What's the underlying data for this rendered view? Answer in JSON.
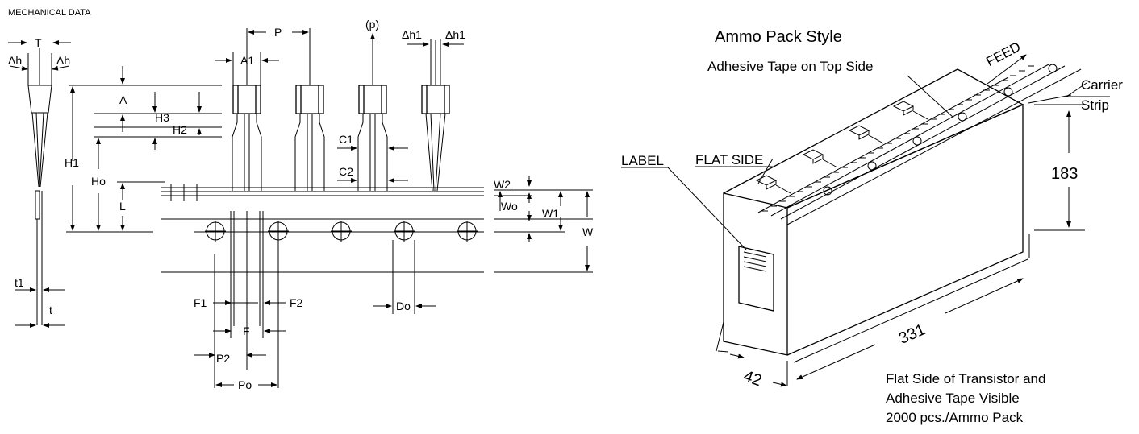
{
  "header": {
    "title": "MECHANICAL DATA"
  },
  "left_labels": {
    "T": "T",
    "dh_left": "Δh",
    "dh_right": "Δh",
    "P": "P",
    "p": "(p)",
    "A1": "A1",
    "dh1_a": "Δh1",
    "dh1_b": "Δh1",
    "A": "A",
    "H3": "H3",
    "H2": "H2",
    "H1": "H1",
    "Ho": "Ho",
    "L": "L",
    "C1": "C1",
    "C2": "C2",
    "W2": "W2",
    "Wo": "Wo",
    "W1": "W1",
    "W": "W",
    "t1": "t1",
    "t": "t",
    "F1": "F1",
    "F2": "F2",
    "F": "F",
    "P2": "P2",
    "Po": "Po",
    "Do": "Do"
  },
  "right_labels": {
    "title": "Ammo Pack Style",
    "adhesive": "Adhesive Tape on Top Side",
    "feed": "FEED",
    "carrier1": "Carrier",
    "carrier2": "Strip",
    "flat_side": "FLAT SIDE",
    "label": "LABEL",
    "dim_height": "183",
    "dim_length": "331",
    "dim_width": "42",
    "note1": "Flat Side of Transistor and",
    "note2": "Adhesive Tape Visible",
    "note3": "2000 pcs./Ammo Pack"
  },
  "colors": {
    "ink": "#000000",
    "paper": "#ffffff"
  }
}
